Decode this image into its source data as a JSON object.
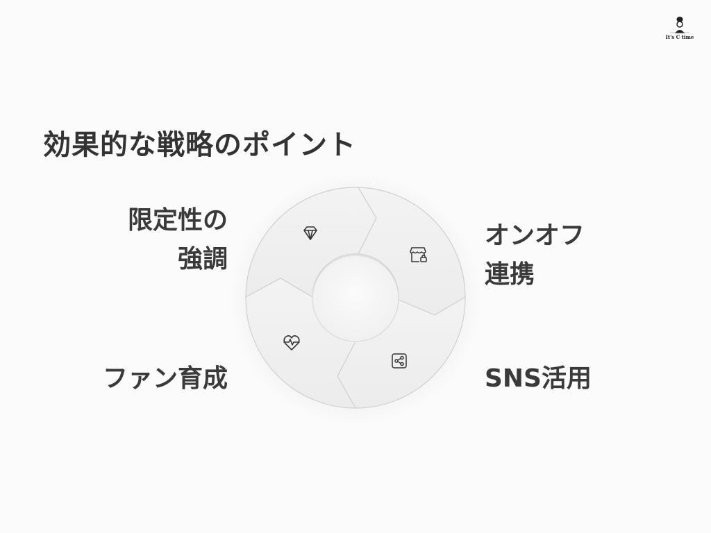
{
  "logo": {
    "text": "It's C time"
  },
  "title": "効果的な戦略のポイント",
  "segments": [
    {
      "position": "top-left",
      "label_lines": [
        "限定性の",
        "強調"
      ],
      "icon": "diamond-icon"
    },
    {
      "position": "top-right",
      "label_lines": [
        "オンオフ",
        "連携"
      ],
      "icon": "storefront-lock-icon"
    },
    {
      "position": "bottom-left",
      "label_lines": [
        "ファン育成"
      ],
      "icon": "heartbeat-icon"
    },
    {
      "position": "bottom-right",
      "label_lines": [
        "SNS活用"
      ],
      "icon": "share-icon"
    }
  ]
}
